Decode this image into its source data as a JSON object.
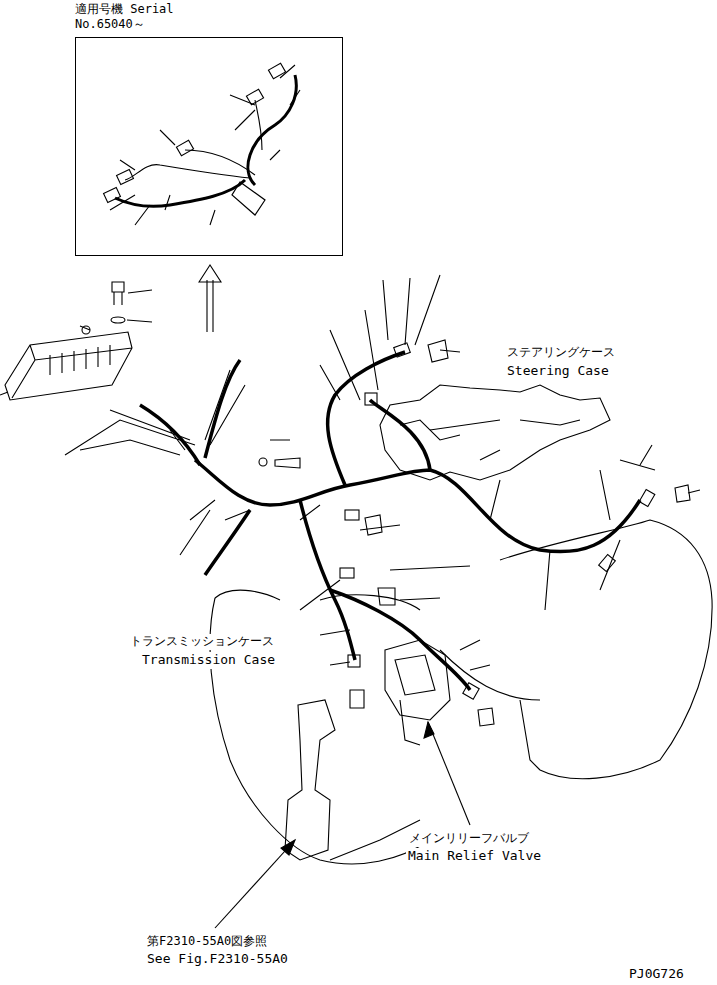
{
  "diagram": {
    "nodes": [
      {
        "text": [
          "適用号機 Serial No.65040～"
        ]
      }
    ],
    "edges": [],
    "labels": [
      "ステアリングケース",
      "Steering Case",
      "トランスミッションケース",
      "Transmission Case",
      "メインリリーフバルブ",
      "Main Relief Valve",
      "第F2310-55A0図参照",
      "See Fig.F2310-55A0",
      "PJ0G726"
    ]
  }
}
